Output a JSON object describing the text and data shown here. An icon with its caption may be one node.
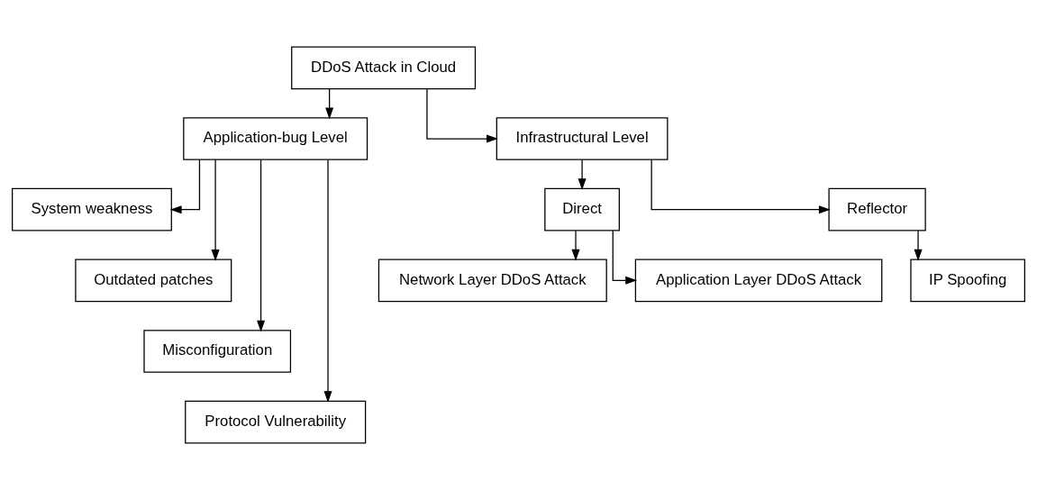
{
  "diagram": {
    "nodes": [
      {
        "text": [
          "DDoS Attack in Cloud"
        ]
      },
      {
        "text": [
          "Application-bug Level"
        ]
      },
      {
        "text": [
          "Infrastructural Level"
        ]
      },
      {
        "text": [
          "System weakness"
        ]
      },
      {
        "text": [
          "Outdated patches"
        ]
      },
      {
        "text": [
          "Misconfiguration"
        ]
      },
      {
        "text": [
          "Protocol Vulnerability"
        ]
      },
      {
        "text": [
          "Direct"
        ]
      },
      {
        "text": [
          "Reflector"
        ]
      },
      {
        "text": [
          "Network Layer DDoS Attack"
        ]
      },
      {
        "text": [
          "Application Layer DDoS Attack"
        ]
      },
      {
        "text": [
          "IP Spoofing"
        ]
      }
    ],
    "edges": [
      {
        "from": 0,
        "to": 1,
        "arrow": "to"
      },
      {
        "from": 0,
        "to": 2,
        "arrow": "to"
      },
      {
        "from": 1,
        "to": 3,
        "arrow": "to"
      },
      {
        "from": 1,
        "to": 4,
        "arrow": "to"
      },
      {
        "from": 1,
        "to": 5,
        "arrow": "to"
      },
      {
        "from": 1,
        "to": 6,
        "arrow": "to"
      },
      {
        "from": 2,
        "to": 7,
        "arrow": "to"
      },
      {
        "from": 2,
        "to": 8,
        "arrow": "to"
      },
      {
        "from": 7,
        "to": 9,
        "arrow": "to"
      },
      {
        "from": 7,
        "to": 10,
        "arrow": "to"
      },
      {
        "from": 8,
        "to": 11,
        "arrow": "to"
      }
    ]
  }
}
